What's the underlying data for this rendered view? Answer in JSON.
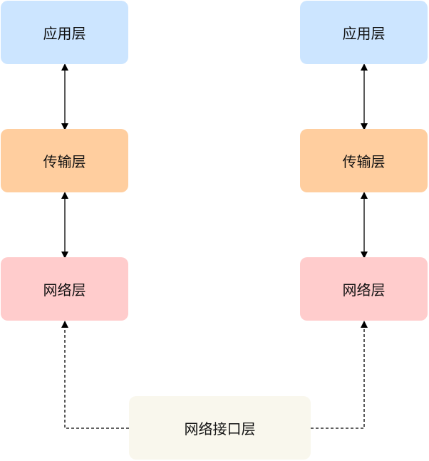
{
  "diagram": {
    "left_stack": {
      "application": "应用层",
      "transport": "传输层",
      "network": "网络层"
    },
    "right_stack": {
      "application": "应用层",
      "transport": "传输层",
      "network": "网络层"
    },
    "bottom": {
      "network_interface": "网络接口层"
    },
    "colors": {
      "application": "#cce5ff",
      "transport": "#ffce9f",
      "network": "#ffcccc",
      "network_interface": "#f9f7ed",
      "connector": "#000000"
    }
  }
}
